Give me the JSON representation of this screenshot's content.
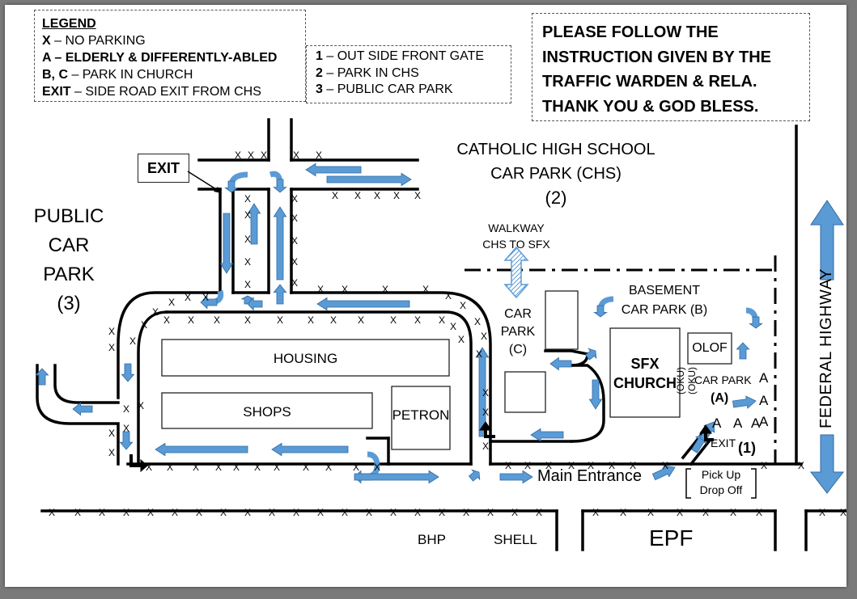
{
  "legend": {
    "title": "LEGEND",
    "items": [
      {
        "key": "X",
        "text": " – NO PARKING",
        "key_bold": true,
        "text_bold": false
      },
      {
        "key": "A",
        "text": " – ELDERLY & DIFFERENTLY-ABLED",
        "key_bold": true,
        "text_bold": true
      },
      {
        "key": "B, C",
        "text": " – PARK IN CHURCH",
        "key_bold": true,
        "text_bold": false
      },
      {
        "key": "EXIT",
        "text": " – SIDE ROAD EXIT FROM CHS",
        "key_bold": true,
        "text_bold": false
      }
    ]
  },
  "legend2": {
    "items": [
      {
        "key": "1",
        "text": " – OUT SIDE FRONT GATE"
      },
      {
        "key": "2",
        "text": " – PARK IN CHS"
      },
      {
        "key": "3",
        "text": " – PUBLIC CAR PARK"
      }
    ]
  },
  "notice": {
    "lines": [
      "PLEASE FOLLOW THE",
      "INSTRUCTION GIVEN BY THE",
      "TRAFFIC WARDEN & RELA.",
      "THANK YOU & GOD BLESS."
    ]
  },
  "labels": {
    "exit_box": "EXIT",
    "chs_line1": "CATHOLIC HIGH SCHOOL",
    "chs_line2": "CAR PARK (CHS)",
    "chs_num": "(2)",
    "public_line1": "PUBLIC",
    "public_line2": "CAR",
    "public_line3": "PARK",
    "public_num": "(3)",
    "walkway_line1": "WALKWAY",
    "walkway_line2": "CHS TO SFX",
    "basement_line1": "BASEMENT",
    "basement_line2": "CAR PARK (B)",
    "carpark_c_line1": "CAR",
    "carpark_c_line2": "PARK",
    "carpark_c_line3": "(C)",
    "housing": "HOUSING",
    "shops": "SHOPS",
    "petron": "PETRON",
    "church_line1": "SFX",
    "church_line2": "CHURCH",
    "olof": "OLOF",
    "oku1": "(OKU)",
    "oku2": "(OKU)",
    "carpark_a": "CAR PARK",
    "carpark_a_code": "(A)",
    "a_marks": [
      "A",
      "A",
      "A",
      "A",
      "A",
      "A"
    ],
    "exit1": "EXIT",
    "exit1_num": "(1)",
    "main_entrance": "Main Entrance",
    "pickup_line1": "Pick Up",
    "pickup_line2": "Drop Off",
    "highway": "FEDERAL HIGHWAY",
    "bhp": "BHP",
    "shell": "SHELL",
    "epf": "EPF",
    "no_parking_mark": "X"
  },
  "colors": {
    "arrow_fill": "#5b9bd5",
    "arrow_stroke": "#2e6aa4",
    "road": "#000000",
    "background_frame": "#7a7a7a"
  }
}
